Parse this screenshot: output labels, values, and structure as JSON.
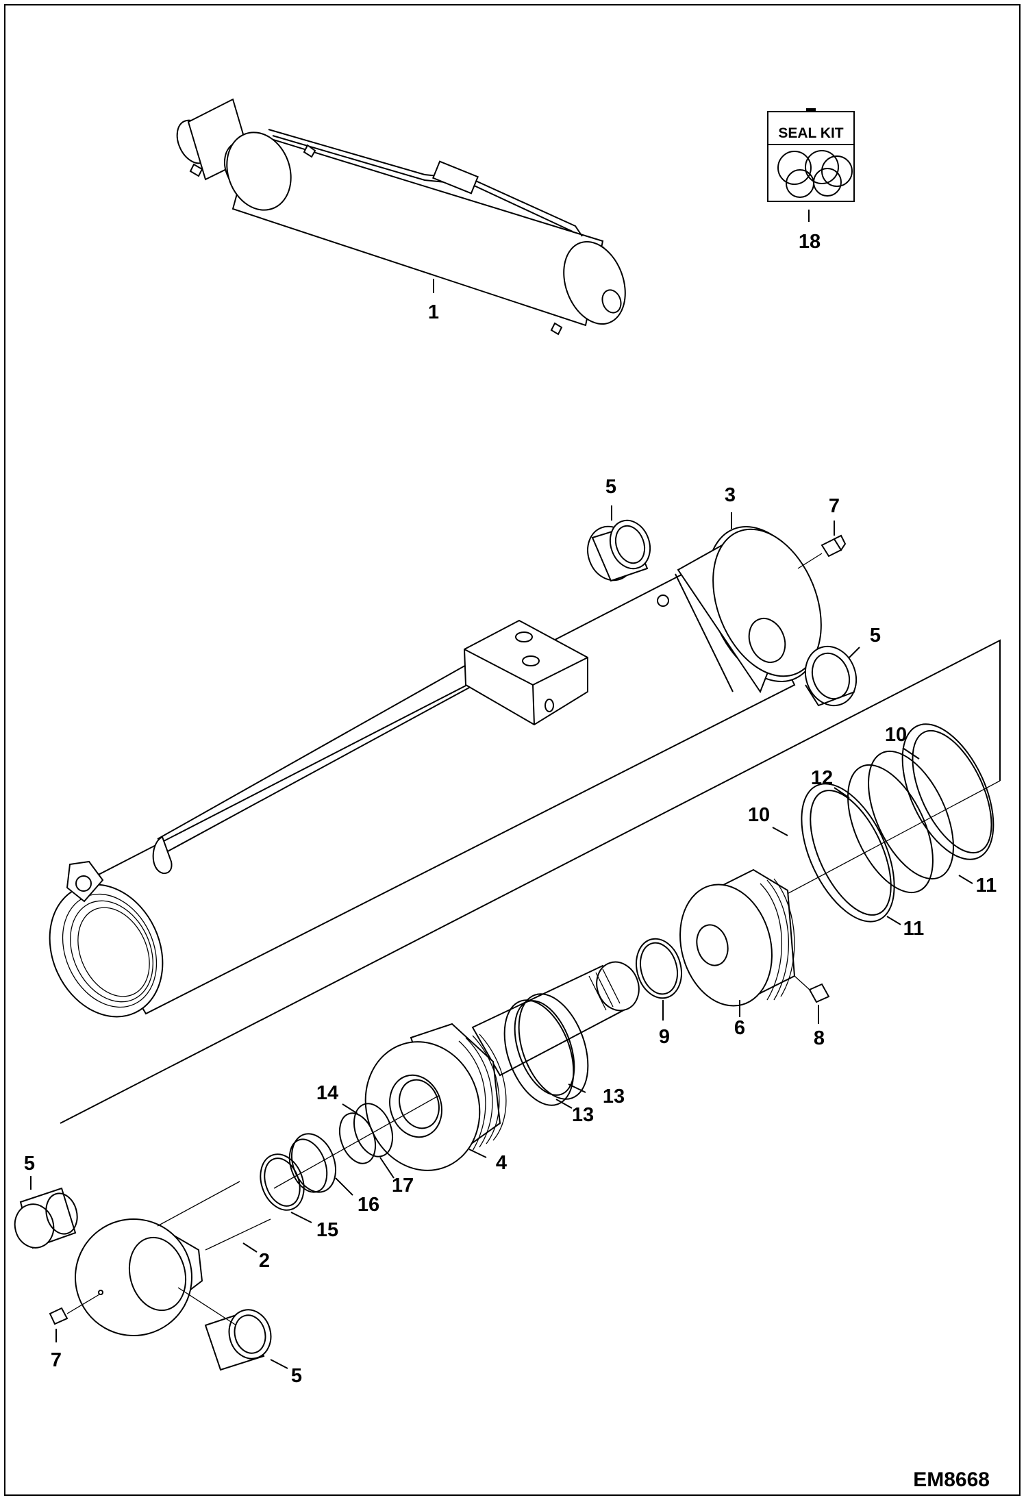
{
  "figure": {
    "reference_code": "EM8668"
  },
  "seal_kit": {
    "label": "SEAL KIT",
    "icon": "o-ring-bag-icon"
  },
  "callouts": [
    {
      "id": "c1",
      "label": "1"
    },
    {
      "id": "c18",
      "label": "18"
    },
    {
      "id": "c5a",
      "label": "5"
    },
    {
      "id": "c3",
      "label": "3"
    },
    {
      "id": "c7a",
      "label": "7"
    },
    {
      "id": "c5b",
      "label": "5"
    },
    {
      "id": "c10a",
      "label": "10"
    },
    {
      "id": "c12",
      "label": "12"
    },
    {
      "id": "c10b",
      "label": "10"
    },
    {
      "id": "c11a",
      "label": "11"
    },
    {
      "id": "c11b",
      "label": "11"
    },
    {
      "id": "c9",
      "label": "9"
    },
    {
      "id": "c6",
      "label": "6"
    },
    {
      "id": "c8",
      "label": "8"
    },
    {
      "id": "c14",
      "label": "14"
    },
    {
      "id": "c13a",
      "label": "13"
    },
    {
      "id": "c13b",
      "label": "13"
    },
    {
      "id": "c4",
      "label": "4"
    },
    {
      "id": "c17",
      "label": "17"
    },
    {
      "id": "c16",
      "label": "16"
    },
    {
      "id": "c15",
      "label": "15"
    },
    {
      "id": "c2",
      "label": "2"
    },
    {
      "id": "c5c",
      "label": "5"
    },
    {
      "id": "c7b",
      "label": "7"
    },
    {
      "id": "c5d",
      "label": "5"
    }
  ]
}
